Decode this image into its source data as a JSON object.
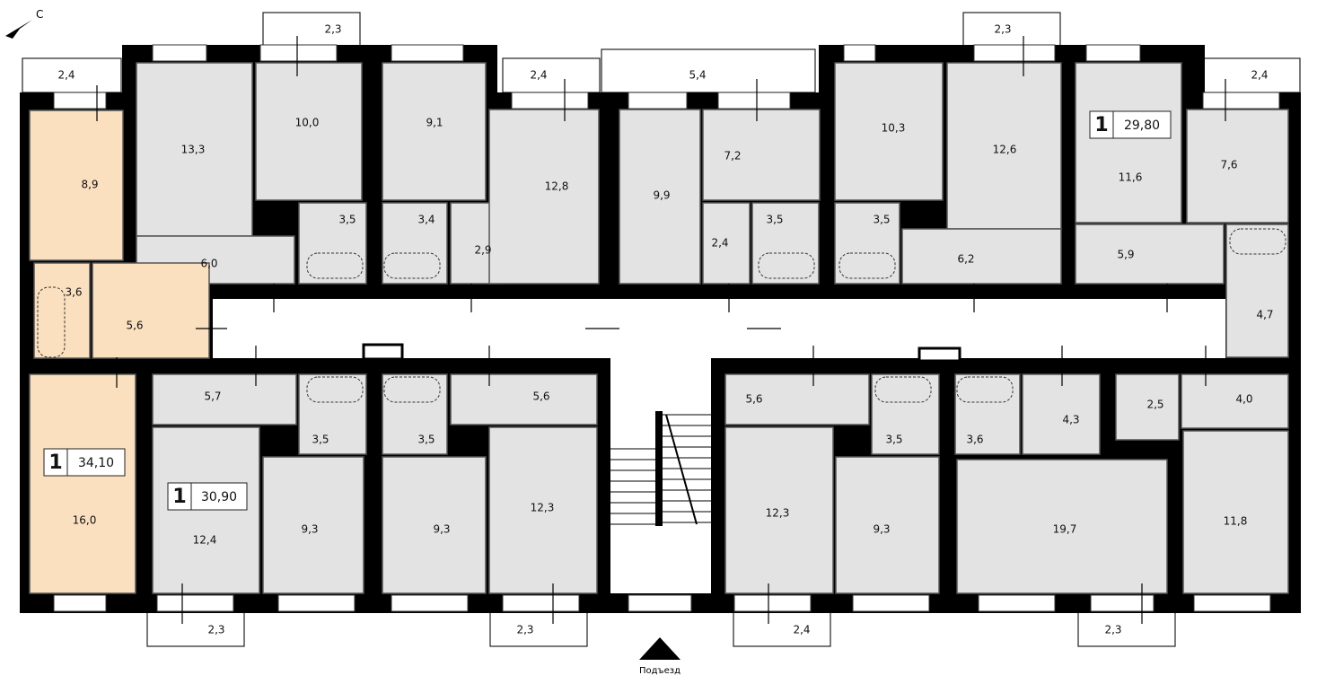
{
  "compass": {
    "label": "С"
  },
  "entrance": {
    "label": "Подъезд"
  },
  "rooms": [
    {
      "id": "r1",
      "label": "13,3"
    },
    {
      "id": "r2",
      "label": "10,0"
    },
    {
      "id": "r3",
      "label": "9,1"
    },
    {
      "id": "r4",
      "label": "12,8"
    },
    {
      "id": "r5",
      "label": "9,9"
    },
    {
      "id": "r6",
      "label": "7,2"
    },
    {
      "id": "r7",
      "label": "10,3"
    },
    {
      "id": "r8",
      "label": "12,6"
    },
    {
      "id": "r9",
      "label": "11,6"
    },
    {
      "id": "r10",
      "label": "7,6"
    },
    {
      "id": "r11",
      "label": "8,9"
    },
    {
      "id": "r12",
      "label": "6,0"
    },
    {
      "id": "r13",
      "label": "3,5"
    },
    {
      "id": "r14",
      "label": "3,4"
    },
    {
      "id": "r15",
      "label": "2,9"
    },
    {
      "id": "r16",
      "label": "2,4"
    },
    {
      "id": "r17",
      "label": "3,5"
    },
    {
      "id": "r18",
      "label": "3,5"
    },
    {
      "id": "r19",
      "label": "6,2"
    },
    {
      "id": "r20",
      "label": "5,9"
    },
    {
      "id": "r21",
      "label": "3,6"
    },
    {
      "id": "r22",
      "label": "5,6"
    },
    {
      "id": "r23",
      "label": "4,7"
    },
    {
      "id": "r24",
      "label": "5,7"
    },
    {
      "id": "r25",
      "label": "3,5"
    },
    {
      "id": "r26",
      "label": "3,5"
    },
    {
      "id": "r27",
      "label": "5,6"
    },
    {
      "id": "r28",
      "label": "5,6"
    },
    {
      "id": "r29",
      "label": "3,5"
    },
    {
      "id": "r30",
      "label": "3,6"
    },
    {
      "id": "r31",
      "label": "4,3"
    },
    {
      "id": "r32",
      "label": "2,5"
    },
    {
      "id": "r33",
      "label": "4,0"
    },
    {
      "id": "r34",
      "label": "16,0"
    },
    {
      "id": "r35",
      "label": "12,4"
    },
    {
      "id": "r36",
      "label": "9,3"
    },
    {
      "id": "r37",
      "label": "9,3"
    },
    {
      "id": "r38",
      "label": "12,3"
    },
    {
      "id": "r39",
      "label": "12,3"
    },
    {
      "id": "r40",
      "label": "9,3"
    },
    {
      "id": "r41",
      "label": "19,7"
    },
    {
      "id": "r42",
      "label": "11,8"
    }
  ],
  "balconies": [
    {
      "id": "b1",
      "label": "2,4"
    },
    {
      "id": "b2",
      "label": "2,3"
    },
    {
      "id": "b3",
      "label": "2,4"
    },
    {
      "id": "b4",
      "label": "5,4"
    },
    {
      "id": "b5",
      "label": "2,3"
    },
    {
      "id": "b6",
      "label": "2,4"
    },
    {
      "id": "b7",
      "label": "2,3"
    },
    {
      "id": "b8",
      "label": "2,3"
    },
    {
      "id": "b9",
      "label": "2,4"
    },
    {
      "id": "b10",
      "label": "2,3"
    }
  ],
  "apartments": [
    {
      "id": "a1",
      "rooms": "1",
      "area": "29,80"
    },
    {
      "id": "a2",
      "rooms": "1",
      "area": "34,10"
    },
    {
      "id": "a3",
      "rooms": "1",
      "area": "30,90"
    }
  ],
  "colors": {
    "highlight": "#fbe0c0",
    "room": "#e3e3e3",
    "wall": "#000000"
  }
}
